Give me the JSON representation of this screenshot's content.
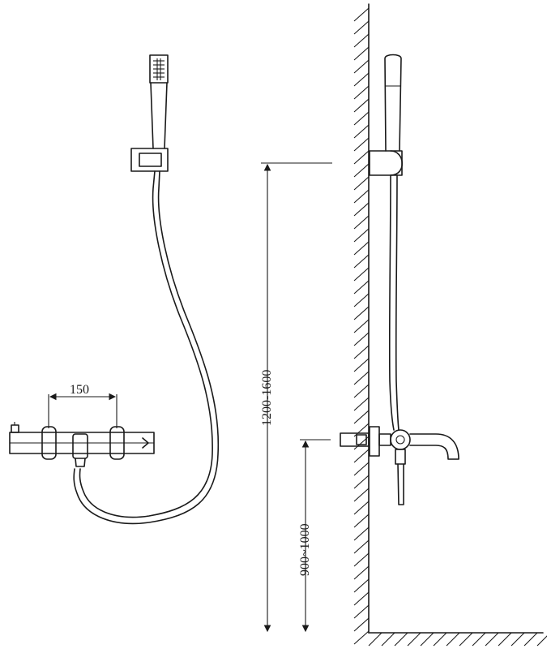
{
  "dimensions": {
    "spacing": "150",
    "handshower_height": "1200-1600",
    "mixer_height": "900~1000"
  },
  "colors": {
    "line": "#1a1a1a",
    "background": "#ffffff"
  }
}
